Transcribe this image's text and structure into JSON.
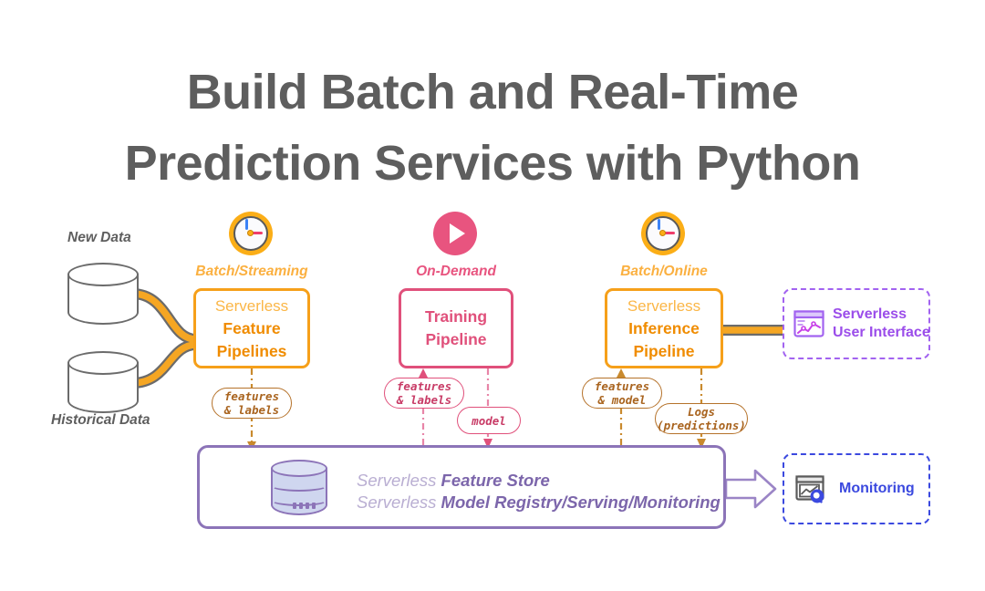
{
  "title": {
    "line1": "Build Batch and Real-Time",
    "line2": "Prediction Services with Python",
    "color": "#5e5e5e"
  },
  "sources": [
    {
      "name": "new-data",
      "label": "New Data",
      "icon": "database-cylinder-icon"
    },
    {
      "name": "historical-data",
      "label": "Historical Data",
      "icon": "database-cylinder-icon"
    }
  ],
  "stages": [
    {
      "key": "feature",
      "icon": "clock-icon",
      "icon_color": "#FBAE17",
      "trigger_label": "Batch/Streaming",
      "trigger_color": "#FBB040",
      "box": {
        "line1": "Serverless",
        "line2": "Feature",
        "line3": "Pipelines",
        "color": "#F6A01A"
      },
      "outputs": [
        {
          "line1": "features",
          "line2": "& labels",
          "direction": "down"
        }
      ]
    },
    {
      "key": "training",
      "icon": "play-icon",
      "icon_color": "#E8547F",
      "trigger_label": "On-Demand",
      "trigger_color": "#E8547F",
      "box": {
        "line1": "",
        "line2": "Training",
        "line3": "Pipeline",
        "color": "#E0507B"
      },
      "outputs": [
        {
          "line1": "features",
          "line2": "& labels",
          "direction": "up"
        },
        {
          "line1": "model",
          "line2": "",
          "direction": "down"
        }
      ]
    },
    {
      "key": "inference",
      "icon": "clock-icon",
      "icon_color": "#FBAE17",
      "trigger_label": "Batch/Online",
      "trigger_color": "#FBB040",
      "box": {
        "line1": "Serverless",
        "line2": "Inference",
        "line3": "Pipeline",
        "color": "#F6A01A"
      },
      "outputs": [
        {
          "line1": "features",
          "line2": "& model",
          "direction": "up"
        },
        {
          "line1": "Logs",
          "line2": "(predictions)",
          "direction": "down"
        }
      ]
    }
  ],
  "store": {
    "icon": "database-stack-icon",
    "border_color": "#8C74B8",
    "rows": [
      {
        "light": "Serverless ",
        "bold": "Feature Store"
      },
      {
        "light": "Serverless ",
        "bold": "Model Registry/Serving/Monitoring"
      }
    ]
  },
  "right_boxes": [
    {
      "name": "serverless-user-interface",
      "icon": "chart-window-icon",
      "line1": "Serverless",
      "line2": "User Interface",
      "border_color": "#A263F0",
      "text_color": "#9B4DEA",
      "border_style": "dash-dot"
    },
    {
      "name": "monitoring",
      "icon": "monitoring-window-icon",
      "line1": "Monitoring",
      "line2": "",
      "border_color": "#3B49DF",
      "text_color": "#3B49DF",
      "border_style": "dashed"
    }
  ],
  "connectors": {
    "pipe_color": "#F5A623",
    "pipe_edge_color": "#6b6b6b",
    "block_arrow_color": "#8C74B8",
    "dashdot_orange": "#C98A2E",
    "dashdot_pink": "#E885A8"
  }
}
